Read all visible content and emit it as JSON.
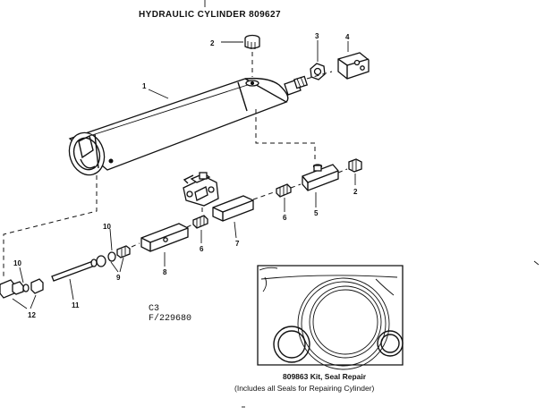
{
  "title": "HYDRAULIC CYLINDER 809627",
  "callouts": [
    "1",
    "2",
    "3",
    "4",
    "5",
    "2",
    "7",
    "6",
    "6",
    "8",
    "10",
    "9",
    "10",
    "11",
    "12"
  ],
  "code": {
    "line1": "C3",
    "line2": "F/229680"
  },
  "kit": {
    "label": "809863 Kit, Seal Repair",
    "note": "(Includes all Seals for Repairing Cylinder)"
  }
}
